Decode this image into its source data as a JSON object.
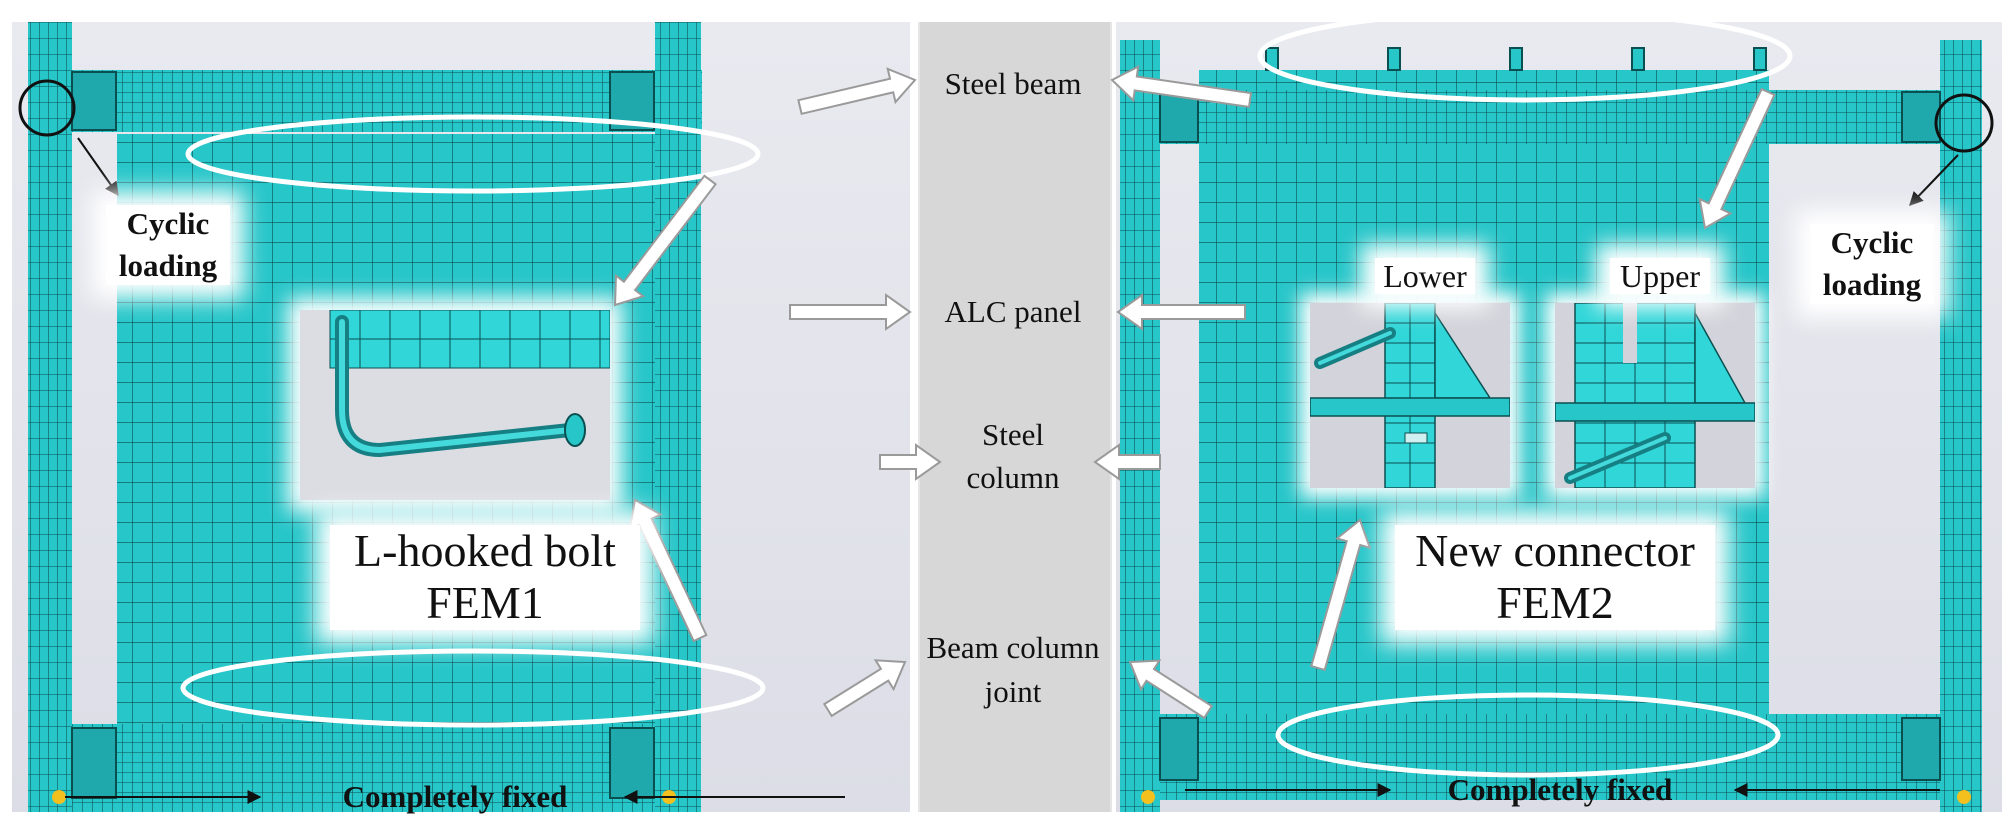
{
  "center_labels": {
    "steel_beam": "Steel beam",
    "alc_panel": "ALC panel",
    "steel_column_line1": "Steel",
    "steel_column_line2": "column",
    "beam_column_joint_line1": "Beam column",
    "beam_column_joint_line2": "joint"
  },
  "left_model": {
    "cyclic_line1": "Cyclic",
    "cyclic_line2": "loading",
    "connector_line1": "L-hooked bolt",
    "connector_line2": "FEM1",
    "fixed_label": "Completely fixed"
  },
  "right_model": {
    "cyclic_line1": "Cyclic",
    "cyclic_line2": "loading",
    "inset_lower": "Lower",
    "inset_upper": "Upper",
    "connector_line1": "New  connector",
    "connector_line2": "FEM2",
    "fixed_label": "Completely fixed"
  },
  "colors": {
    "mesh": "#27c6c9",
    "mesh_lines": "#0b4f51",
    "support_dot": "#f4c01e",
    "center_band": "#d7d7d7"
  }
}
